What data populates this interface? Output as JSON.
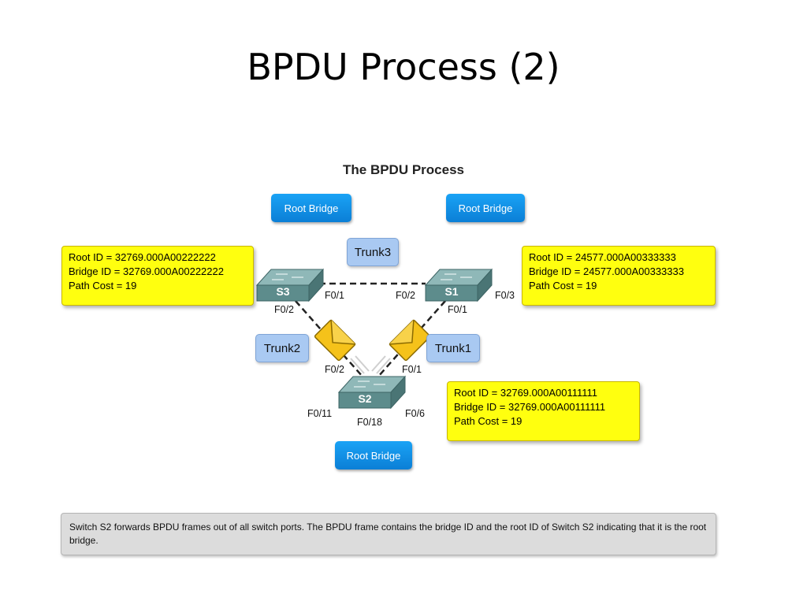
{
  "slide": {
    "title": "BPDU Process (2)"
  },
  "diagram": {
    "title": "The BPDU Process",
    "root_bridge_badges": [
      "Root Bridge",
      "Root Bridge",
      "Root Bridge"
    ],
    "trunks": {
      "trunk1": "Trunk1",
      "trunk2": "Trunk2",
      "trunk3": "Trunk3"
    },
    "switches": {
      "s1": {
        "label": "S1",
        "root_id": "Root ID = 24577.000A00333333",
        "bridge_id": "Bridge ID = 24577.000A00333333",
        "path_cost": "Path Cost = 19"
      },
      "s2": {
        "label": "S2",
        "root_id": "Root ID = 32769.000A00111111",
        "bridge_id": "Bridge ID = 32769.000A00111111",
        "path_cost": "Path Cost = 19"
      },
      "s3": {
        "label": "S3",
        "root_id": "Root ID = 32769.000A00222222",
        "bridge_id": "Bridge ID = 32769.000A00222222",
        "path_cost": "Path Cost = 19"
      }
    },
    "ports": {
      "s3_f01": "F0/1",
      "s3_f02": "F0/2",
      "s1_f02": "F0/2",
      "s1_f01": "F0/1",
      "s1_f03": "F0/3",
      "s2_f02": "F0/2",
      "s2_f01": "F0/1",
      "s2_f011": "F0/11",
      "s2_f018": "F0/18",
      "s2_f06": "F0/6"
    },
    "caption": "Switch S2 forwards BPDU frames out of all switch ports. The BPDU frame contains the bridge ID and the root ID of Switch S2 indicating that it is the root bridge.",
    "colors": {
      "root_bridge": "#0b8ae6",
      "trunk": "#a9c9f2",
      "info_box": "#ffff0f",
      "switch": "#5d8c8c",
      "envelope": "#f5c21a"
    }
  }
}
